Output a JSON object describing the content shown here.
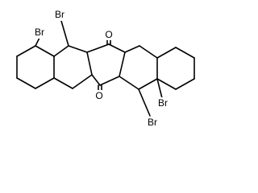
{
  "atom_labels": {
    "br_upper_1": "Br",
    "br_upper_2": "Br",
    "br_lower_1": "Br",
    "br_lower_2": "Br",
    "oxygen_upper": "O",
    "oxygen_lower": "O"
  },
  "colors": {
    "bond": "#000000",
    "background": "#ffffff"
  }
}
